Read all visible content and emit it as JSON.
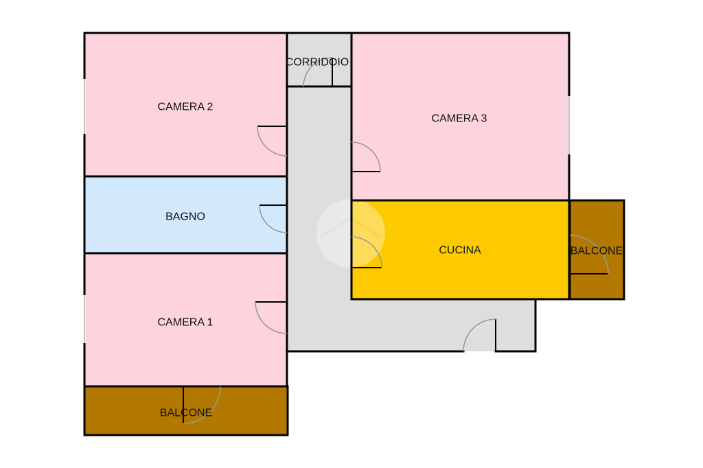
{
  "rooms": {
    "camera2": "CAMERA 2",
    "corridoio": "CORRIDOIO",
    "camera3": "CAMERA 3",
    "bagno": "BAGNO",
    "cucina": "CUCINA",
    "balcone_east": "BALCONE",
    "camera1": "CAMERA 1",
    "balcone_south": "BALCONE"
  },
  "colors": {
    "bedroom": "#fdd3dd",
    "bathroom": "#d2e8fb",
    "corridor": "#dedede",
    "kitchen": "#fdca00",
    "balcony": "#b27800",
    "wall": "#000000",
    "door_arc": "#9a9a9a"
  }
}
